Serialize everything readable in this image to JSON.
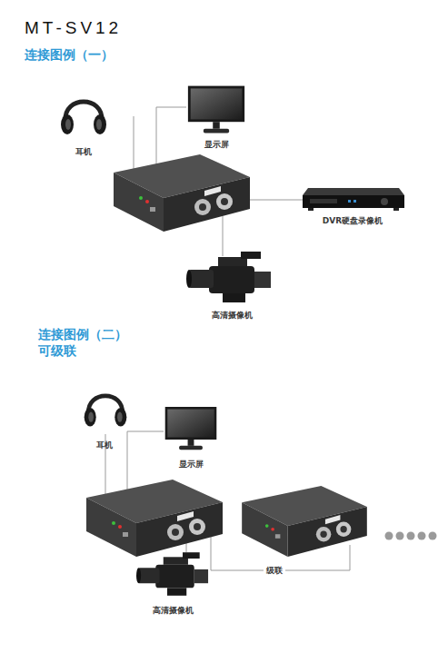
{
  "diagram": {
    "title": "MT-SV12",
    "nodes": [
      {
        "text": [
          "耳机"
        ]
      },
      {
        "text": [
          "显示屏"
        ]
      },
      {
        "text": [
          "DVR硬盘录像机"
        ]
      },
      {
        "text": [
          "高清摄像机"
        ]
      },
      {
        "text": [
          "耳机"
        ]
      },
      {
        "text": [
          "显示屏"
        ]
      },
      {
        "text": [
          "高清摄像机"
        ]
      }
    ],
    "labels": [
      "连接图例（一）",
      "连接图例（二）",
      "可级联",
      "级联"
    ]
  }
}
